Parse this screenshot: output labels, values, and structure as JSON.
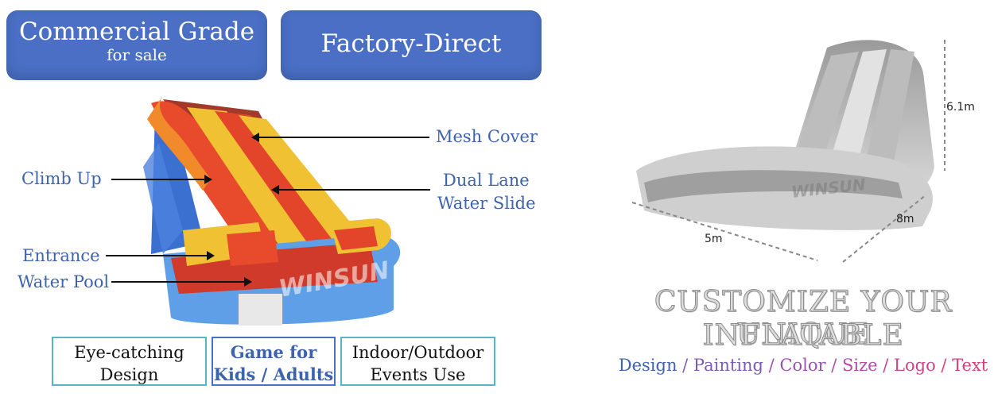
{
  "badges": {
    "commercial_line1": "Commercial Grade",
    "commercial_line2": "for sale",
    "factory": "Factory-Direct"
  },
  "callouts": {
    "mesh_cover": "Mesh Cover",
    "climb_up": "Climb Up",
    "dual_lane_1": "Dual Lane",
    "dual_lane_2": "Water Slide",
    "entrance": "Entrance",
    "water_pool": "Water Pool"
  },
  "features": [
    {
      "line1": "Eye-catching",
      "line2": "Design"
    },
    {
      "line1": "Game for",
      "line2": "Kids / Adults"
    },
    {
      "line1": "Indoor/Outdoor",
      "line2": "Events Use"
    }
  ],
  "watermark": "WINSUN",
  "dimensions": {
    "height": "6.1m",
    "width": "8m",
    "length": "5m"
  },
  "customize": {
    "line1": "CUSTOMIZE YOUR UNIQUE",
    "line2": "INFLATABLE",
    "options": [
      "Design",
      "Painting",
      "Color",
      "Size",
      "Logo",
      "Text"
    ],
    "separator": " / ",
    "option_colors": [
      "#3d63ad",
      "#7a5bb5",
      "#9c4fb0",
      "#b24aa6",
      "#c9438f",
      "#d63f7a"
    ]
  }
}
